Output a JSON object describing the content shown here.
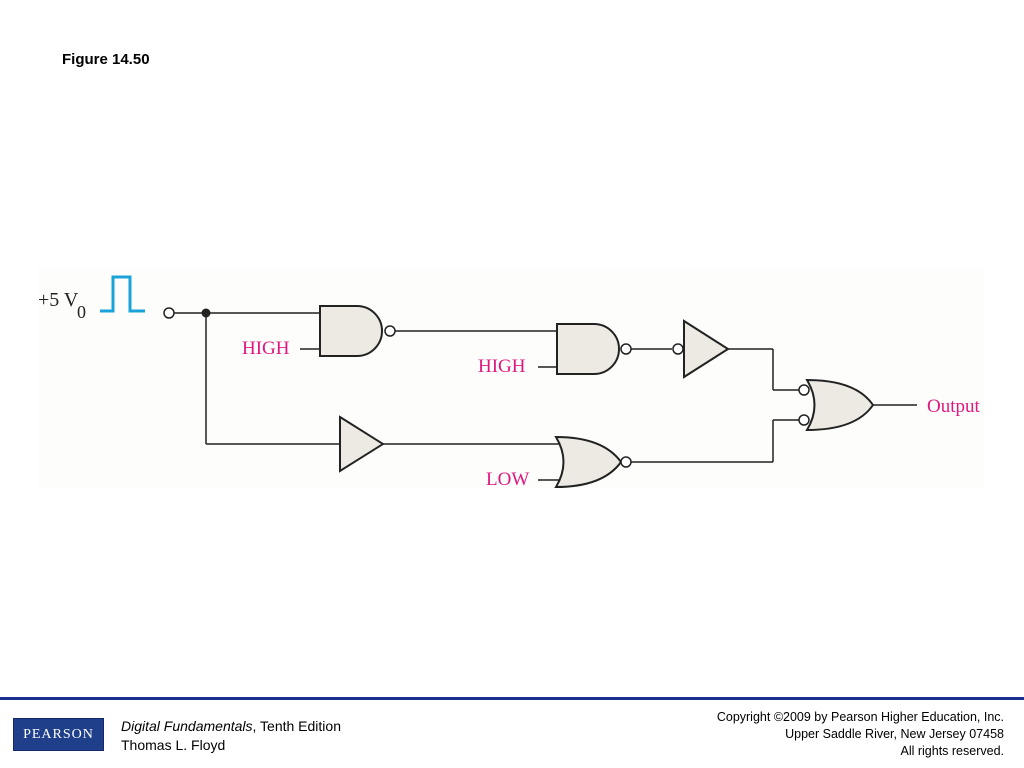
{
  "figure_title": "Figure 14.50",
  "circuit": {
    "supply_label": "+5 V",
    "ground_label": "0",
    "labels": {
      "input_and1": "HIGH",
      "input_and2": "HIGH",
      "input_or": "LOW",
      "output": "Output"
    },
    "colors": {
      "label": "#e0187e",
      "pulse": "#1aa3d9",
      "wire": "#222222",
      "gate_fill": "#eceae2"
    }
  },
  "footer": {
    "logo": "PEARSON",
    "book_title": "Digital Fundamentals",
    "edition": ", Tenth Edition",
    "author": "Thomas L. Floyd",
    "copyright_line1": "Copyright ©2009 by Pearson Higher Education, Inc.",
    "copyright_line2": "Upper Saddle River, New Jersey 07458",
    "copyright_line3": "All rights reserved."
  }
}
